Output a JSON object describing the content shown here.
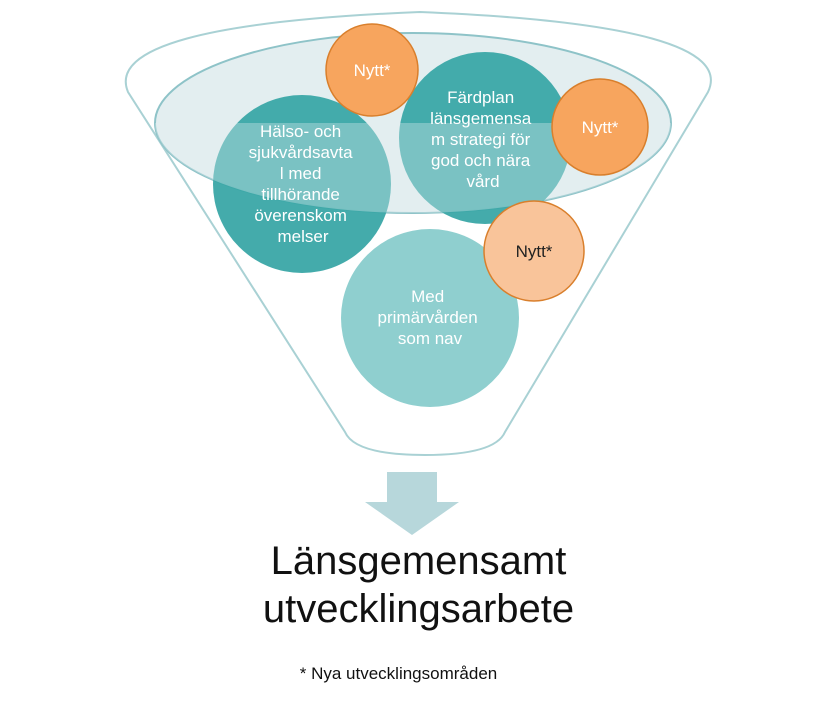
{
  "circles": {
    "halso": {
      "lines": [
        "Hälso- och",
        "sjukvårdsavta",
        "l med",
        "tillhörande",
        "överenskom",
        "melser"
      ]
    },
    "fardplan": {
      "lines": [
        "Färdplan",
        "länsgemensa",
        "m strategi för",
        "god och nära",
        "vård"
      ]
    },
    "primarvard": {
      "lines": [
        "Med",
        "primärvården",
        "som nav"
      ]
    }
  },
  "badges": {
    "new_label": "Nytt*"
  },
  "result": {
    "title_line1": "Länsgemensamt",
    "title_line2": "utvecklingsarbete"
  },
  "footnote": "* Nya utvecklingsområden",
  "colors": {
    "teal_dark": "#3AA6A6",
    "teal_light": "#8FCFCF",
    "orange": "#F4A460",
    "orange_light": "#F9C49A",
    "arrow": "#B7D7DB"
  }
}
